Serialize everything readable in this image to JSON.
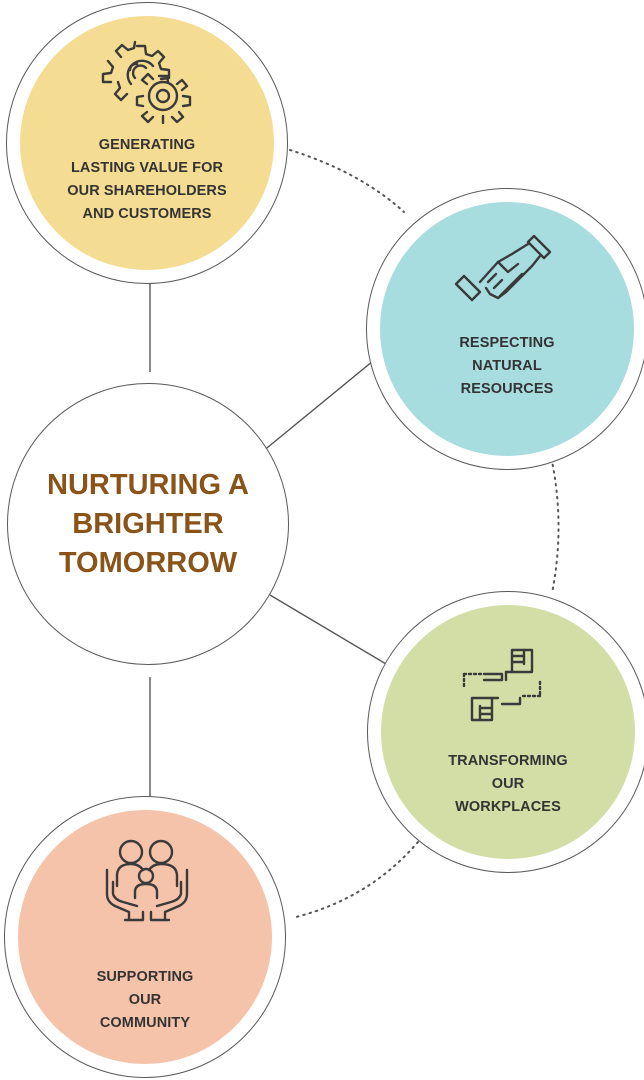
{
  "center": {
    "title": "NURTURING A\nBRIGHTER\nTOMORROW",
    "title_color": "#8a5419"
  },
  "pillars": [
    {
      "key": "value",
      "label": "GENERATING\nLASTING VALUE FOR\nOUR SHAREHOLDERS\nAND CUSTOMERS",
      "color": "#f5dc93",
      "icon": "gears-icon"
    },
    {
      "key": "resources",
      "label": "RESPECTING\nNATURAL\nRESOURCES",
      "color": "#a8dde0",
      "icon": "handshake-icon"
    },
    {
      "key": "workplace",
      "label": "TRANSFORMING\nOUR\nWORKPLACES",
      "color": "#d2dea6",
      "icon": "hands-frame-icon"
    },
    {
      "key": "community",
      "label": "SUPPORTING\nOUR\nCOMMUNITY",
      "color": "#f5c3a9",
      "icon": "family-in-hands-icon"
    }
  ],
  "colors": {
    "line": "#555555",
    "icon_stroke": "#3a3a3a"
  }
}
